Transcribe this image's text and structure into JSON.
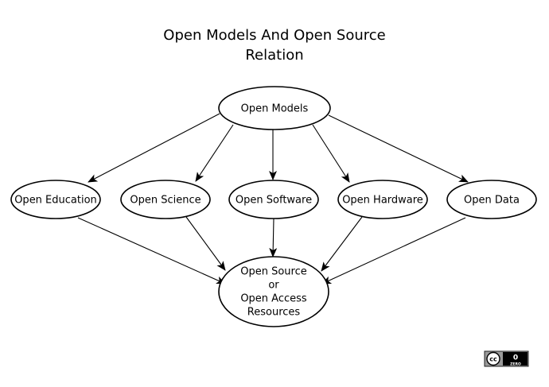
{
  "title": {
    "line1": "Open Models And Open Source",
    "line2": "Relation"
  },
  "nodes": {
    "models": {
      "label": "Open Models"
    },
    "education": {
      "label": "Open Education"
    },
    "science": {
      "label": "Open Science"
    },
    "software": {
      "label": "Open Software"
    },
    "hardware": {
      "label": "Open Hardware"
    },
    "data": {
      "label": "Open Data"
    },
    "resources": {
      "line1": "Open Source",
      "line2": "or",
      "line3": "Open Access",
      "line4": "Resources"
    }
  },
  "license_badge": {
    "cc": "cc",
    "zero": "0",
    "zero_text": "ZERO",
    "icon": "cc-zero-license-icon"
  }
}
